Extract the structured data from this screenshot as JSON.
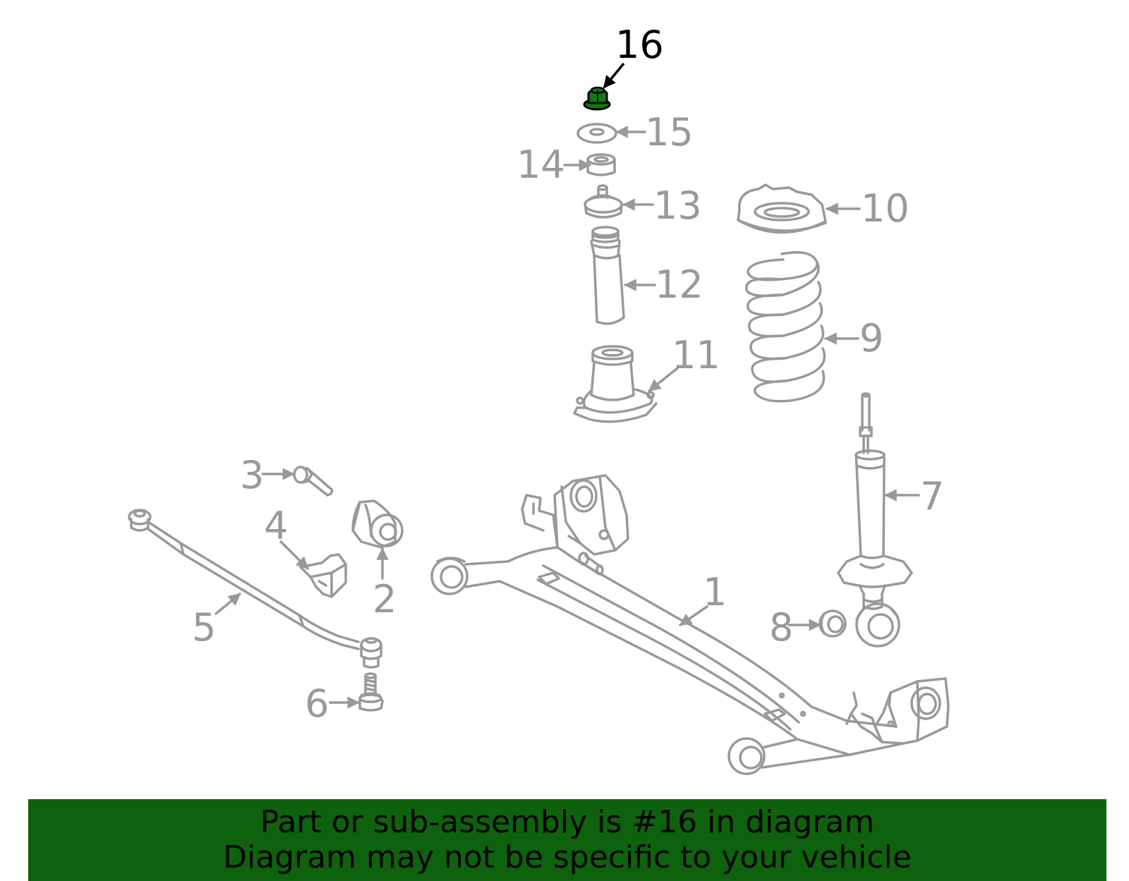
{
  "diagram": {
    "highlight_part": "16",
    "callouts": [
      "1",
      "2",
      "3",
      "4",
      "5",
      "6",
      "7",
      "8",
      "9",
      "10",
      "11",
      "12",
      "13",
      "14",
      "15",
      "16"
    ]
  },
  "colors": {
    "part_gray": "#999999",
    "highlight": "#000000",
    "highlight_fill": "#0f7a10",
    "banner_bg": "#0f620d",
    "banner_text": "#000000"
  },
  "banner": {
    "line1": "Part or sub-assembly is #16 in diagram",
    "line2": "Diagram may not be specific to your vehicle"
  }
}
